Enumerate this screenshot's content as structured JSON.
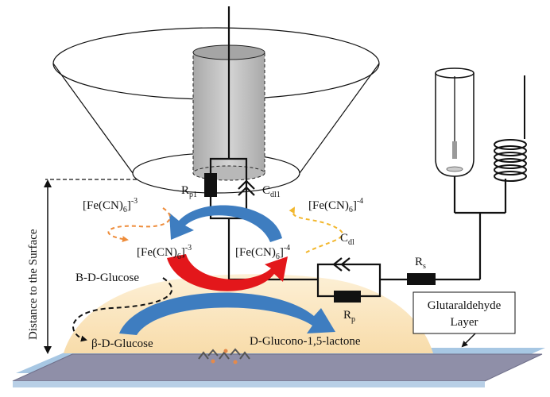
{
  "labels": {
    "distance_to_surface": "Distance to the Surface",
    "fecn_minus3": "[Fe(CN)",
    "fecn_minus3_sub": "6",
    "fecn_minus3_sup": "-3",
    "fecn_minus4": "[Fe(CN)",
    "fecn_minus4_sub": "6",
    "fecn_minus4_sup": "-4",
    "fecn_mid_minus3": "[Fe(CN)",
    "fecn_mid_minus3_sub": "6",
    "fecn_mid_minus3_sup": "-3",
    "fecn_mid_minus4": "[Fe(CN)",
    "fecn_mid_minus4_sub": "6",
    "fecn_mid_minus4_sup": "-4",
    "b_d_glucose": "B-D-Glucose",
    "beta_d_glucose": "β-D-Glucose",
    "d_glucono_lactone": "D-Glucono-1,5-lactone",
    "glutaraldehyde_line1": "Glutaraldehyde",
    "glutaraldehyde_line2": "Layer",
    "rp1": "R",
    "rp1_sub": "p1",
    "cdl1": "C",
    "cdl1_sub": "dl1",
    "cdl": "C",
    "cdl_sub": "dl",
    "rs": "R",
    "rs_sub": "s",
    "rp": "R",
    "rp_sub": "p"
  },
  "colors": {
    "electrode_gray": "#bdbdbd",
    "dome": "#fbe6bf",
    "substrate": "#8f8fa8",
    "substrate_edge": "#a7c7e3",
    "arrow_blue": "#3e7dc0",
    "arrow_red": "#e3171b",
    "dash_orange": "#ee8c3a",
    "dash_yellow": "#f2b72d",
    "resistor": "#111111"
  }
}
